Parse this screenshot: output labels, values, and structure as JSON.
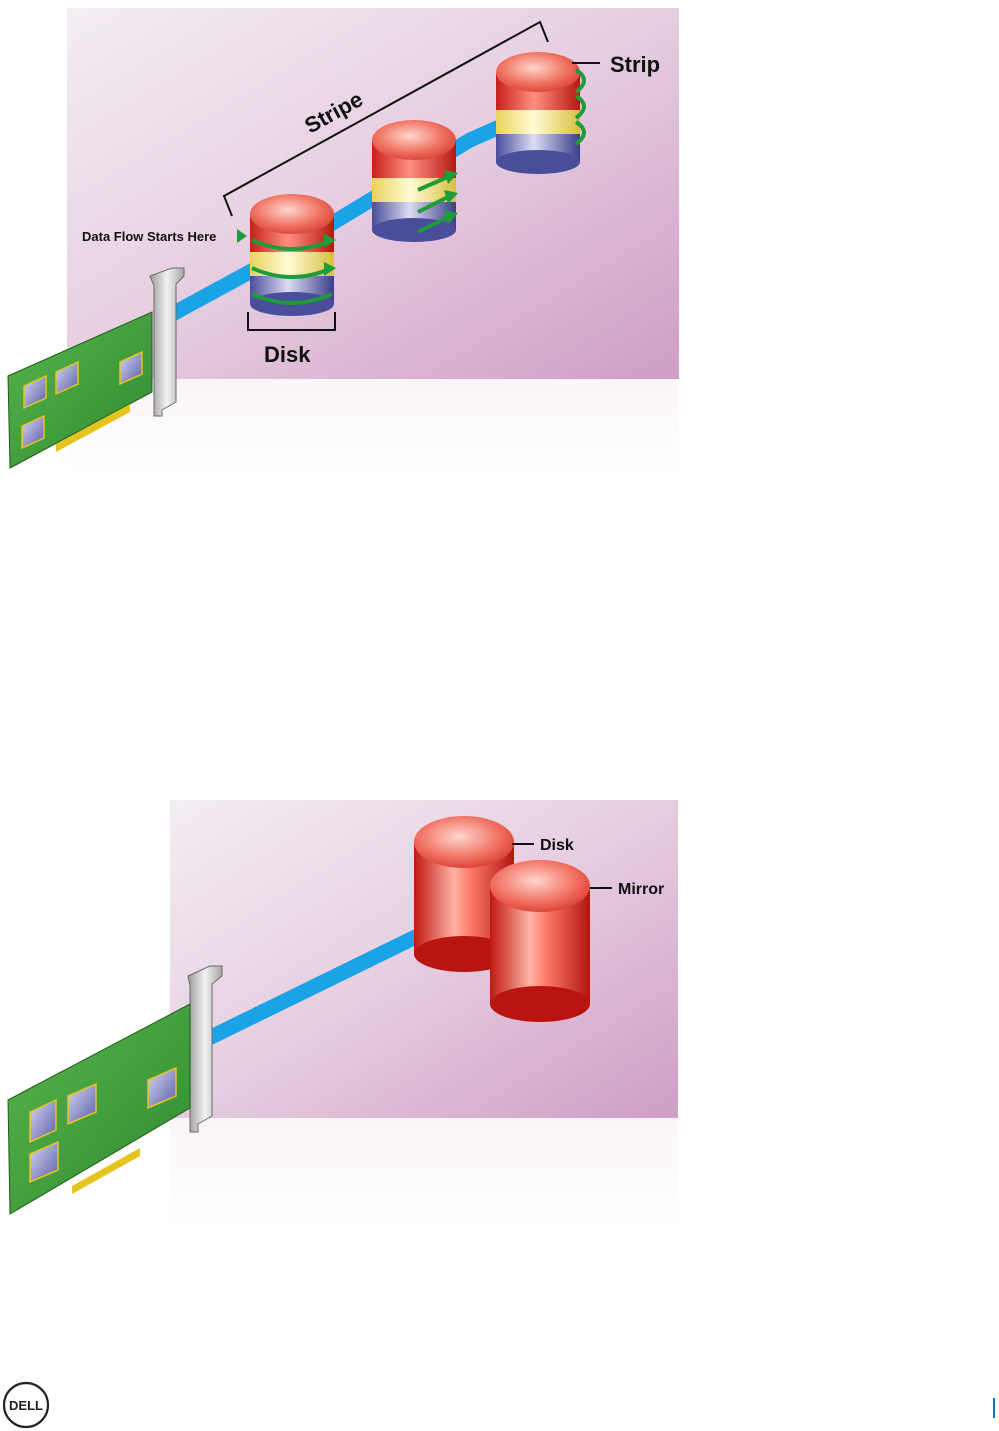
{
  "raid0": {
    "label_stripe": "Stripe",
    "label_strip": "Strip",
    "label_disk": "Disk",
    "label_data_flow": "Data Flow Starts Here"
  },
  "raid1": {
    "label_disk": "Disk",
    "label_mirror": "Mirror"
  },
  "footer": {
    "logo_icon": "dell-logo-icon",
    "logo_text": "DELL",
    "accent_color": "#0076ce"
  }
}
